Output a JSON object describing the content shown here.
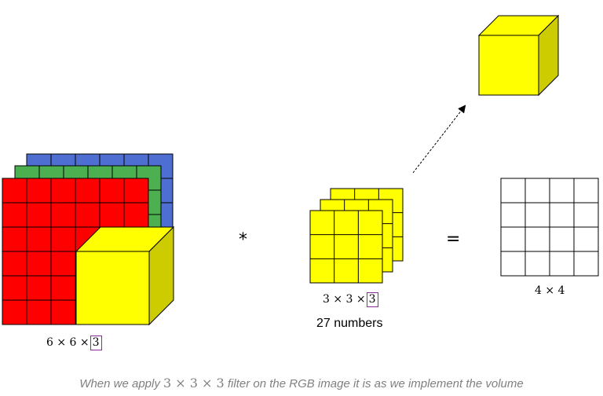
{
  "input": {
    "dims_prefix": "6 × 6 ×",
    "channels": "3",
    "grid_size": 6
  },
  "filter": {
    "dims_prefix": "3 × 3 ×",
    "channels": "3",
    "grid_size": 3,
    "count_label": "27 numbers"
  },
  "output": {
    "dims": "4 × 4",
    "grid_size": 4
  },
  "operators": {
    "convolution": "*",
    "equals": "="
  },
  "caption": {
    "part1": "When we apply ",
    "math": "3 × 3 × 3",
    "part2": " filter on the RGB image it is as we implement the volume"
  },
  "colors": {
    "red_channel": "#ff0000",
    "green_channel": "#4caf50",
    "blue_channel": "#4e6fd1",
    "filter_yellow": "#ffff00",
    "cube_side": "#cccc00",
    "grid_line": "#000000",
    "highlight_box": "#8a2a9a",
    "caption_text": "#808080"
  }
}
